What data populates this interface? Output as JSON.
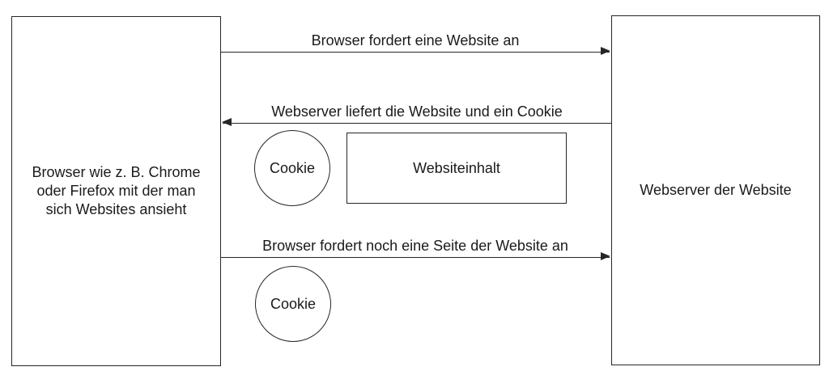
{
  "diagram": {
    "nodes": {
      "browser_box": {
        "label": "Browser wie z. B. Chrome\noder Firefox mit der man\nsich Websites ansieht"
      },
      "webserver_box": {
        "label": "Webserver der Website"
      },
      "cookie_circle_top": {
        "label": "Cookie"
      },
      "website_content_box": {
        "label": "Websiteinhalt"
      },
      "cookie_circle_bottom": {
        "label": "Cookie"
      }
    },
    "arrows": [
      {
        "label": "Browser fordert eine Website an",
        "from": "browser_box",
        "to": "webserver_box",
        "direction": "right"
      },
      {
        "label": "Webserver liefert die Website und ein Cookie",
        "from": "webserver_box",
        "to": "browser_box",
        "direction": "left"
      },
      {
        "label": "Browser fordert noch eine Seite der Website an",
        "from": "browser_box",
        "to": "webserver_box",
        "direction": "right"
      }
    ],
    "colors": {
      "stroke": "#262626",
      "text": "#1a1a1a",
      "background": "#ffffff"
    }
  }
}
